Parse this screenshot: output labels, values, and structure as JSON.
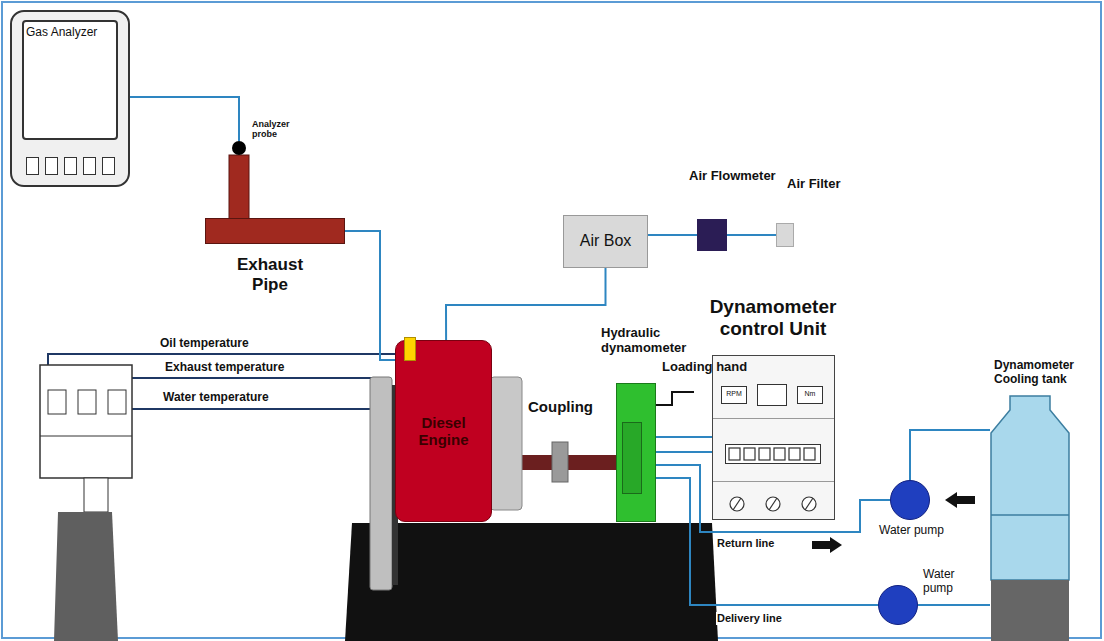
{
  "diagram": {
    "nodes": [
      {
        "text": [
          "Gas Analyzer"
        ]
      },
      {
        "text": [
          "Analyzer probe"
        ]
      },
      {
        "text": [
          "Exhaust Pipe"
        ]
      },
      {
        "text": [
          "Air Box"
        ]
      },
      {
        "text": [
          "Air Flowmeter"
        ]
      },
      {
        "text": [
          "Air Filter"
        ]
      },
      {
        "text": [
          "Diesel Engine"
        ]
      },
      {
        "text": [
          "Hydraulic dynamometer"
        ]
      },
      {
        "text": [
          "Dynamometer control Unit",
          "RPM",
          "Nm"
        ]
      },
      {
        "text": [
          "Water pump"
        ]
      },
      {
        "text": [
          "Water pump"
        ]
      },
      {
        "text": [
          "Dynamometer Cooling tank"
        ]
      }
    ],
    "edges": [
      {
        "from": 0,
        "to": 1,
        "arrow": "none"
      },
      {
        "from": 2,
        "to": 6,
        "arrow": "none"
      },
      {
        "from": 3,
        "to": 6,
        "arrow": "none"
      },
      {
        "from": 4,
        "to": 3,
        "arrow": "none"
      },
      {
        "from": 5,
        "to": 4,
        "arrow": "none"
      },
      {
        "from": 7,
        "to": 8,
        "arrow": "none"
      },
      {
        "from": 7,
        "to": 9,
        "label": "Return line",
        "arrow": "none"
      },
      {
        "from": 9,
        "to": 11,
        "arrow": "none"
      },
      {
        "from": 7,
        "to": 10,
        "label": "Delivery line",
        "arrow": "none"
      },
      {
        "from": 10,
        "to": 11,
        "arrow": "none"
      }
    ],
    "labels": [
      "Oil temperature",
      "Exhaust temperature",
      "Water temperature",
      "Coupling",
      "Loading hand"
    ]
  }
}
